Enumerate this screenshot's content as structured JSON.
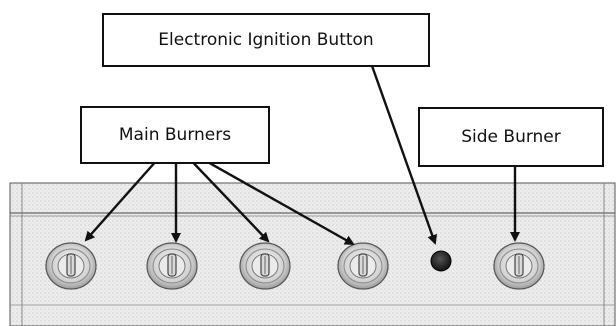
{
  "labels": {
    "ignition": "Electronic Ignition Button",
    "main_burners": "Main Burners",
    "side_burner": "Side Burner"
  },
  "knobs": [
    {
      "name": "main-burner-knob-1",
      "group": "main"
    },
    {
      "name": "main-burner-knob-2",
      "group": "main"
    },
    {
      "name": "main-burner-knob-3",
      "group": "main"
    },
    {
      "name": "main-burner-knob-4",
      "group": "main"
    },
    {
      "name": "side-burner-knob",
      "group": "side"
    }
  ],
  "colors": {
    "panel_fill": "#e9e9e9",
    "panel_line": "#555555",
    "knob_outer": "#cfcfcf",
    "knob_inner": "#f4f4f4",
    "button": "#2a2a2a",
    "ink": "#111111"
  }
}
